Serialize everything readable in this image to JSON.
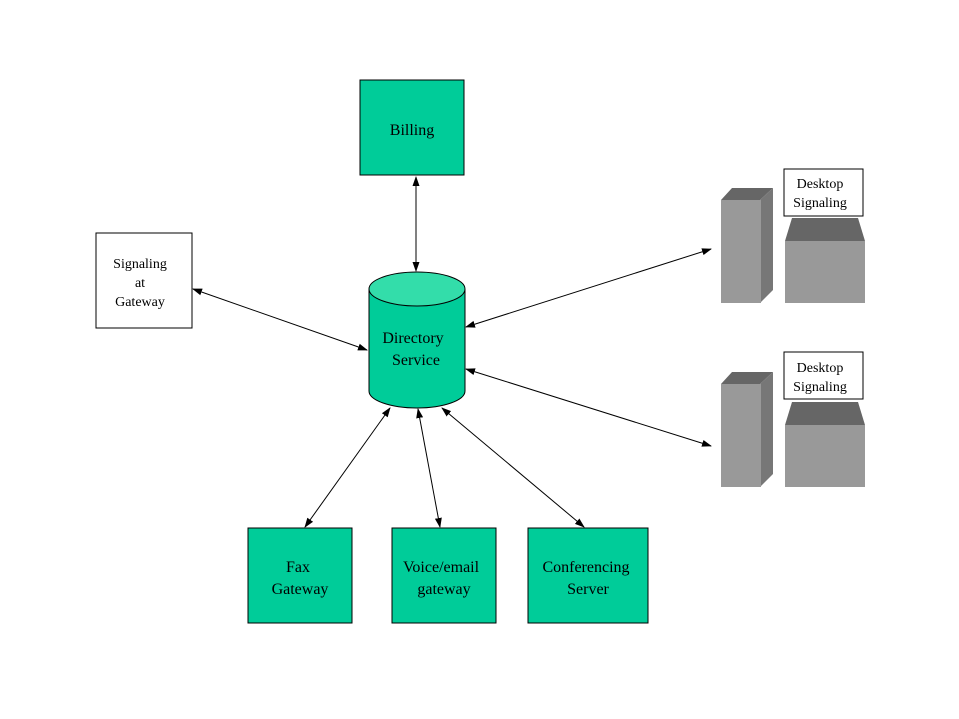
{
  "colors": {
    "node_fill": "#00CC99",
    "cylinder_top": "#33DDAA",
    "stroke": "#000000",
    "computer_tower": "#999999",
    "computer_tower_dark": "#777777",
    "computer_monitor": "#999999",
    "computer_monitor_top": "#666666"
  },
  "nodes": {
    "billing": {
      "label": "Billing"
    },
    "directory": {
      "line1": "Directory",
      "line2": "Service"
    },
    "signaling_gateway": {
      "line1": "Signaling",
      "line2": "at",
      "line3": "Gateway"
    },
    "fax_gateway": {
      "line1": "Fax",
      "line2": "Gateway"
    },
    "voice_email_gateway": {
      "line1": "Voice/email",
      "line2": "gateway"
    },
    "conferencing_server": {
      "line1": "Conferencing",
      "line2": "Server"
    },
    "desktop_1": {
      "line1": "Desktop",
      "line2": "Signaling",
      "icon": "desktop-computer-icon"
    },
    "desktop_2": {
      "line1": "Desktop",
      "line2": "Signaling",
      "icon": "desktop-computer-icon"
    }
  },
  "connections": [
    {
      "from": "directory",
      "to": "billing",
      "arrows": "both"
    },
    {
      "from": "directory",
      "to": "signaling_gateway",
      "arrows": "both"
    },
    {
      "from": "directory",
      "to": "desktop_1",
      "arrows": "both"
    },
    {
      "from": "directory",
      "to": "desktop_2",
      "arrows": "both"
    },
    {
      "from": "directory",
      "to": "fax_gateway",
      "arrows": "both"
    },
    {
      "from": "directory",
      "to": "voice_email_gateway",
      "arrows": "both"
    },
    {
      "from": "directory",
      "to": "conferencing_server",
      "arrows": "both"
    }
  ]
}
